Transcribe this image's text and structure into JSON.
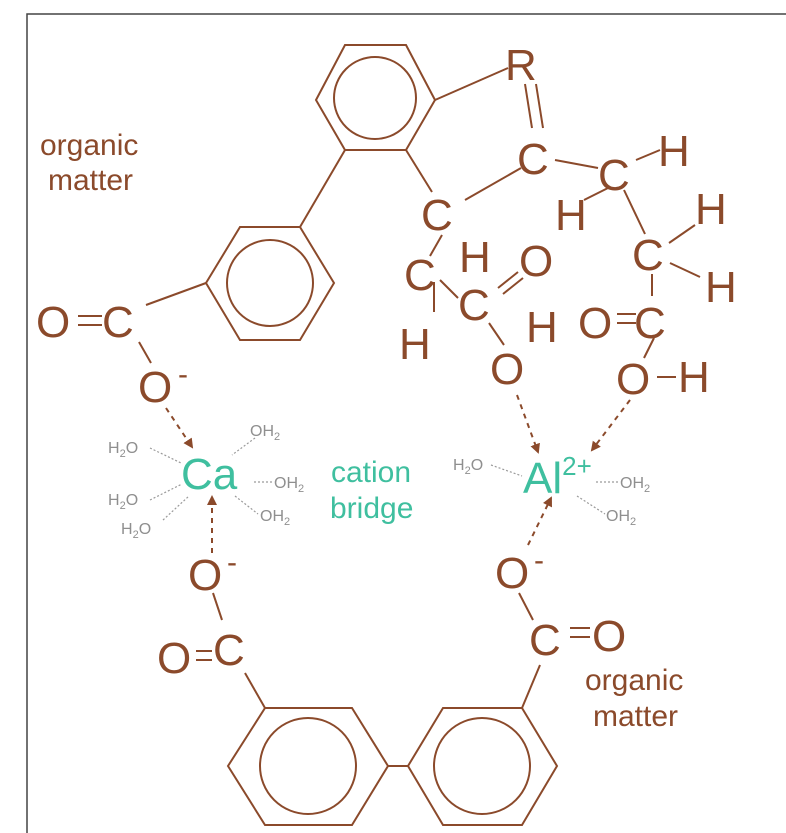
{
  "labels": {
    "organic_matter_line1": "organic",
    "organic_matter_line2": "matter",
    "cation_bridge_line1": "cation",
    "cation_bridge_line2": "bridge",
    "ca": "Ca",
    "al": "Al",
    "al_charge": "2+",
    "o": "O",
    "c": "C",
    "h": "H",
    "r": "R",
    "minus": "-",
    "water_h": "H",
    "water_sub": "2",
    "water_o": "O"
  },
  "colors": {
    "organic": "#8b4a2b",
    "cation": "#3fbf9f",
    "water": "#8f8f8f"
  }
}
